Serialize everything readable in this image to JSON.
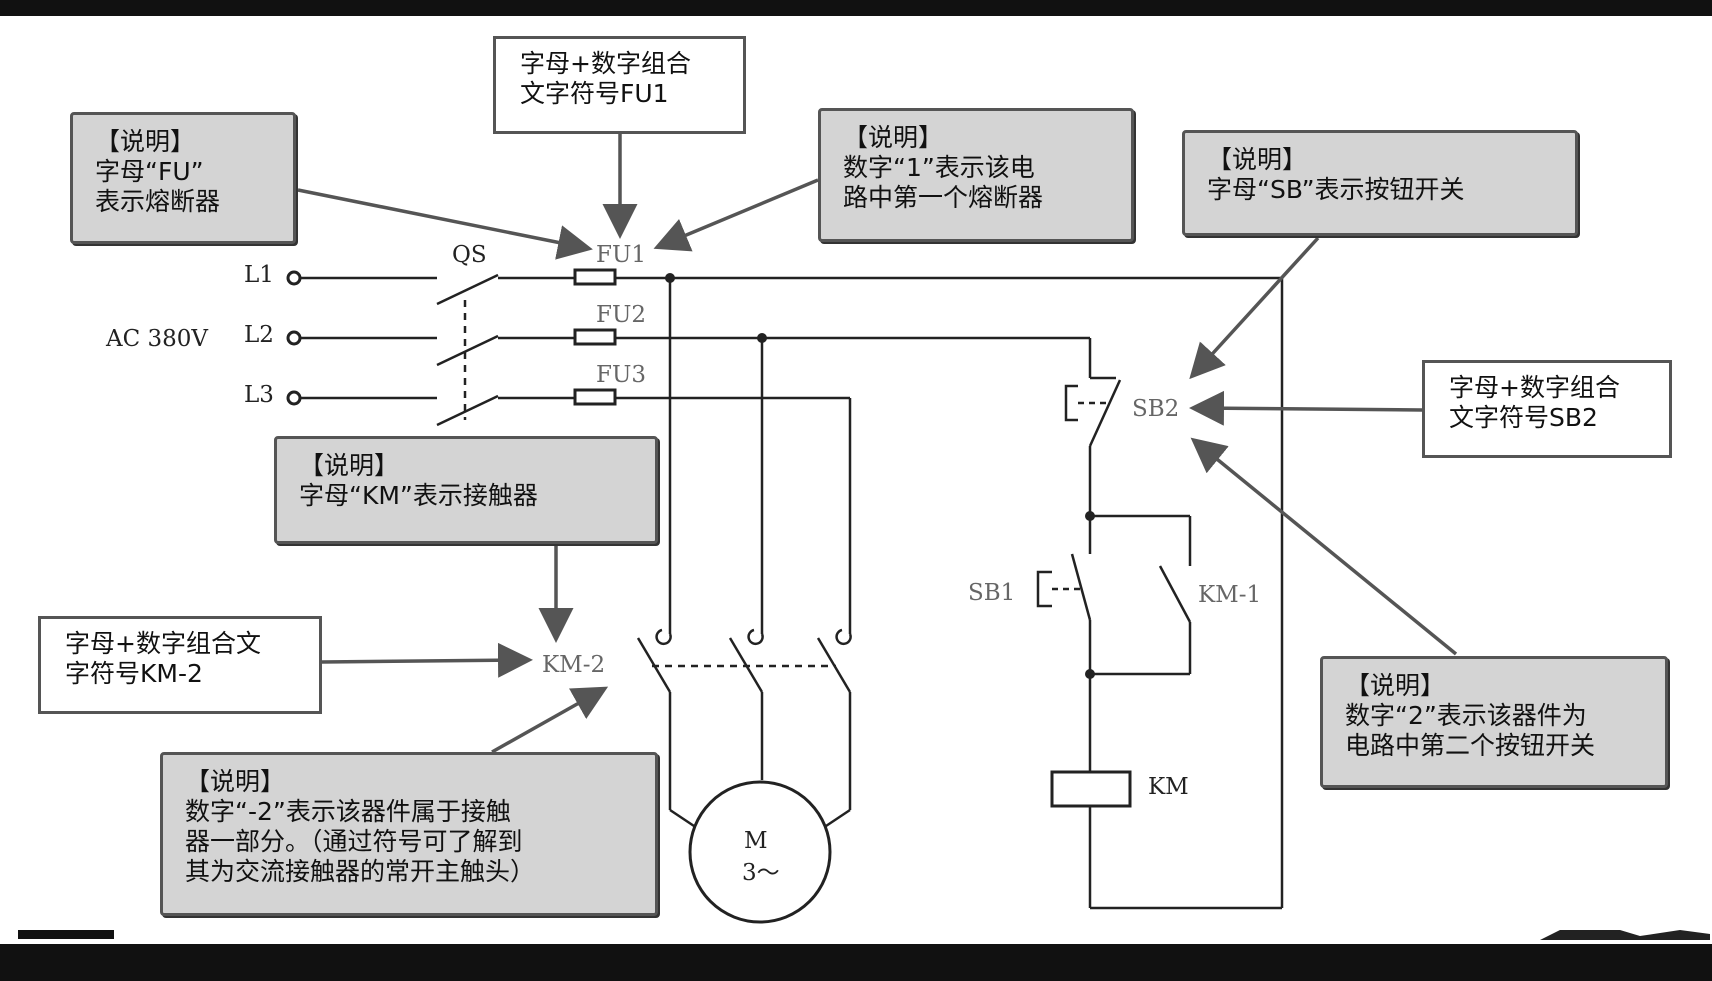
{
  "labels": {
    "L1": "L1",
    "L2": "L2",
    "L3": "L3",
    "voltage": "AC 380V",
    "qs": "QS",
    "fu1": "FU1",
    "fu2": "FU2",
    "fu3": "FU3",
    "sb1": "SB1",
    "sb2": "SB2",
    "km_aux": "KM-1",
    "km_main": "KM-2",
    "km_coil": "KM",
    "motor_line1": "M",
    "motor_line2": "3～"
  },
  "boxes": {
    "fu1_symbol": {
      "line1": "字母+数字组合",
      "line2": "文字符号FU1"
    },
    "fu_note": {
      "title": "【说明】",
      "line1": "字母“FU”",
      "line2": "表示熔断器"
    },
    "fu1_number_note": {
      "title": "【说明】",
      "line1": "数字“1”表示该电",
      "line2": "路中第一个熔断器"
    },
    "sb_note": {
      "title": "【说明】",
      "line1": "字母“SB”表示按钮开关"
    },
    "sb2_symbol": {
      "line1": "字母+数字组合",
      "line2": "文字符号SB2"
    },
    "km_note": {
      "title": "【说明】",
      "line1": "字母“KM”表示接触器"
    },
    "km2_symbol": {
      "line1": "字母+数字组合文",
      "line2": "字符号KM-2"
    },
    "km2_note": {
      "title": "【说明】",
      "line1": "数字“-2”表示该器件属于接触",
      "line2": "器一部分。（通过符号可了解到",
      "line3": "其为交流接触器的常开主触头）"
    },
    "sb2_number_note": {
      "title": "【说明】",
      "line1": "数字“2”表示该器件为",
      "line2": "电路中第二个按钮开关"
    }
  }
}
